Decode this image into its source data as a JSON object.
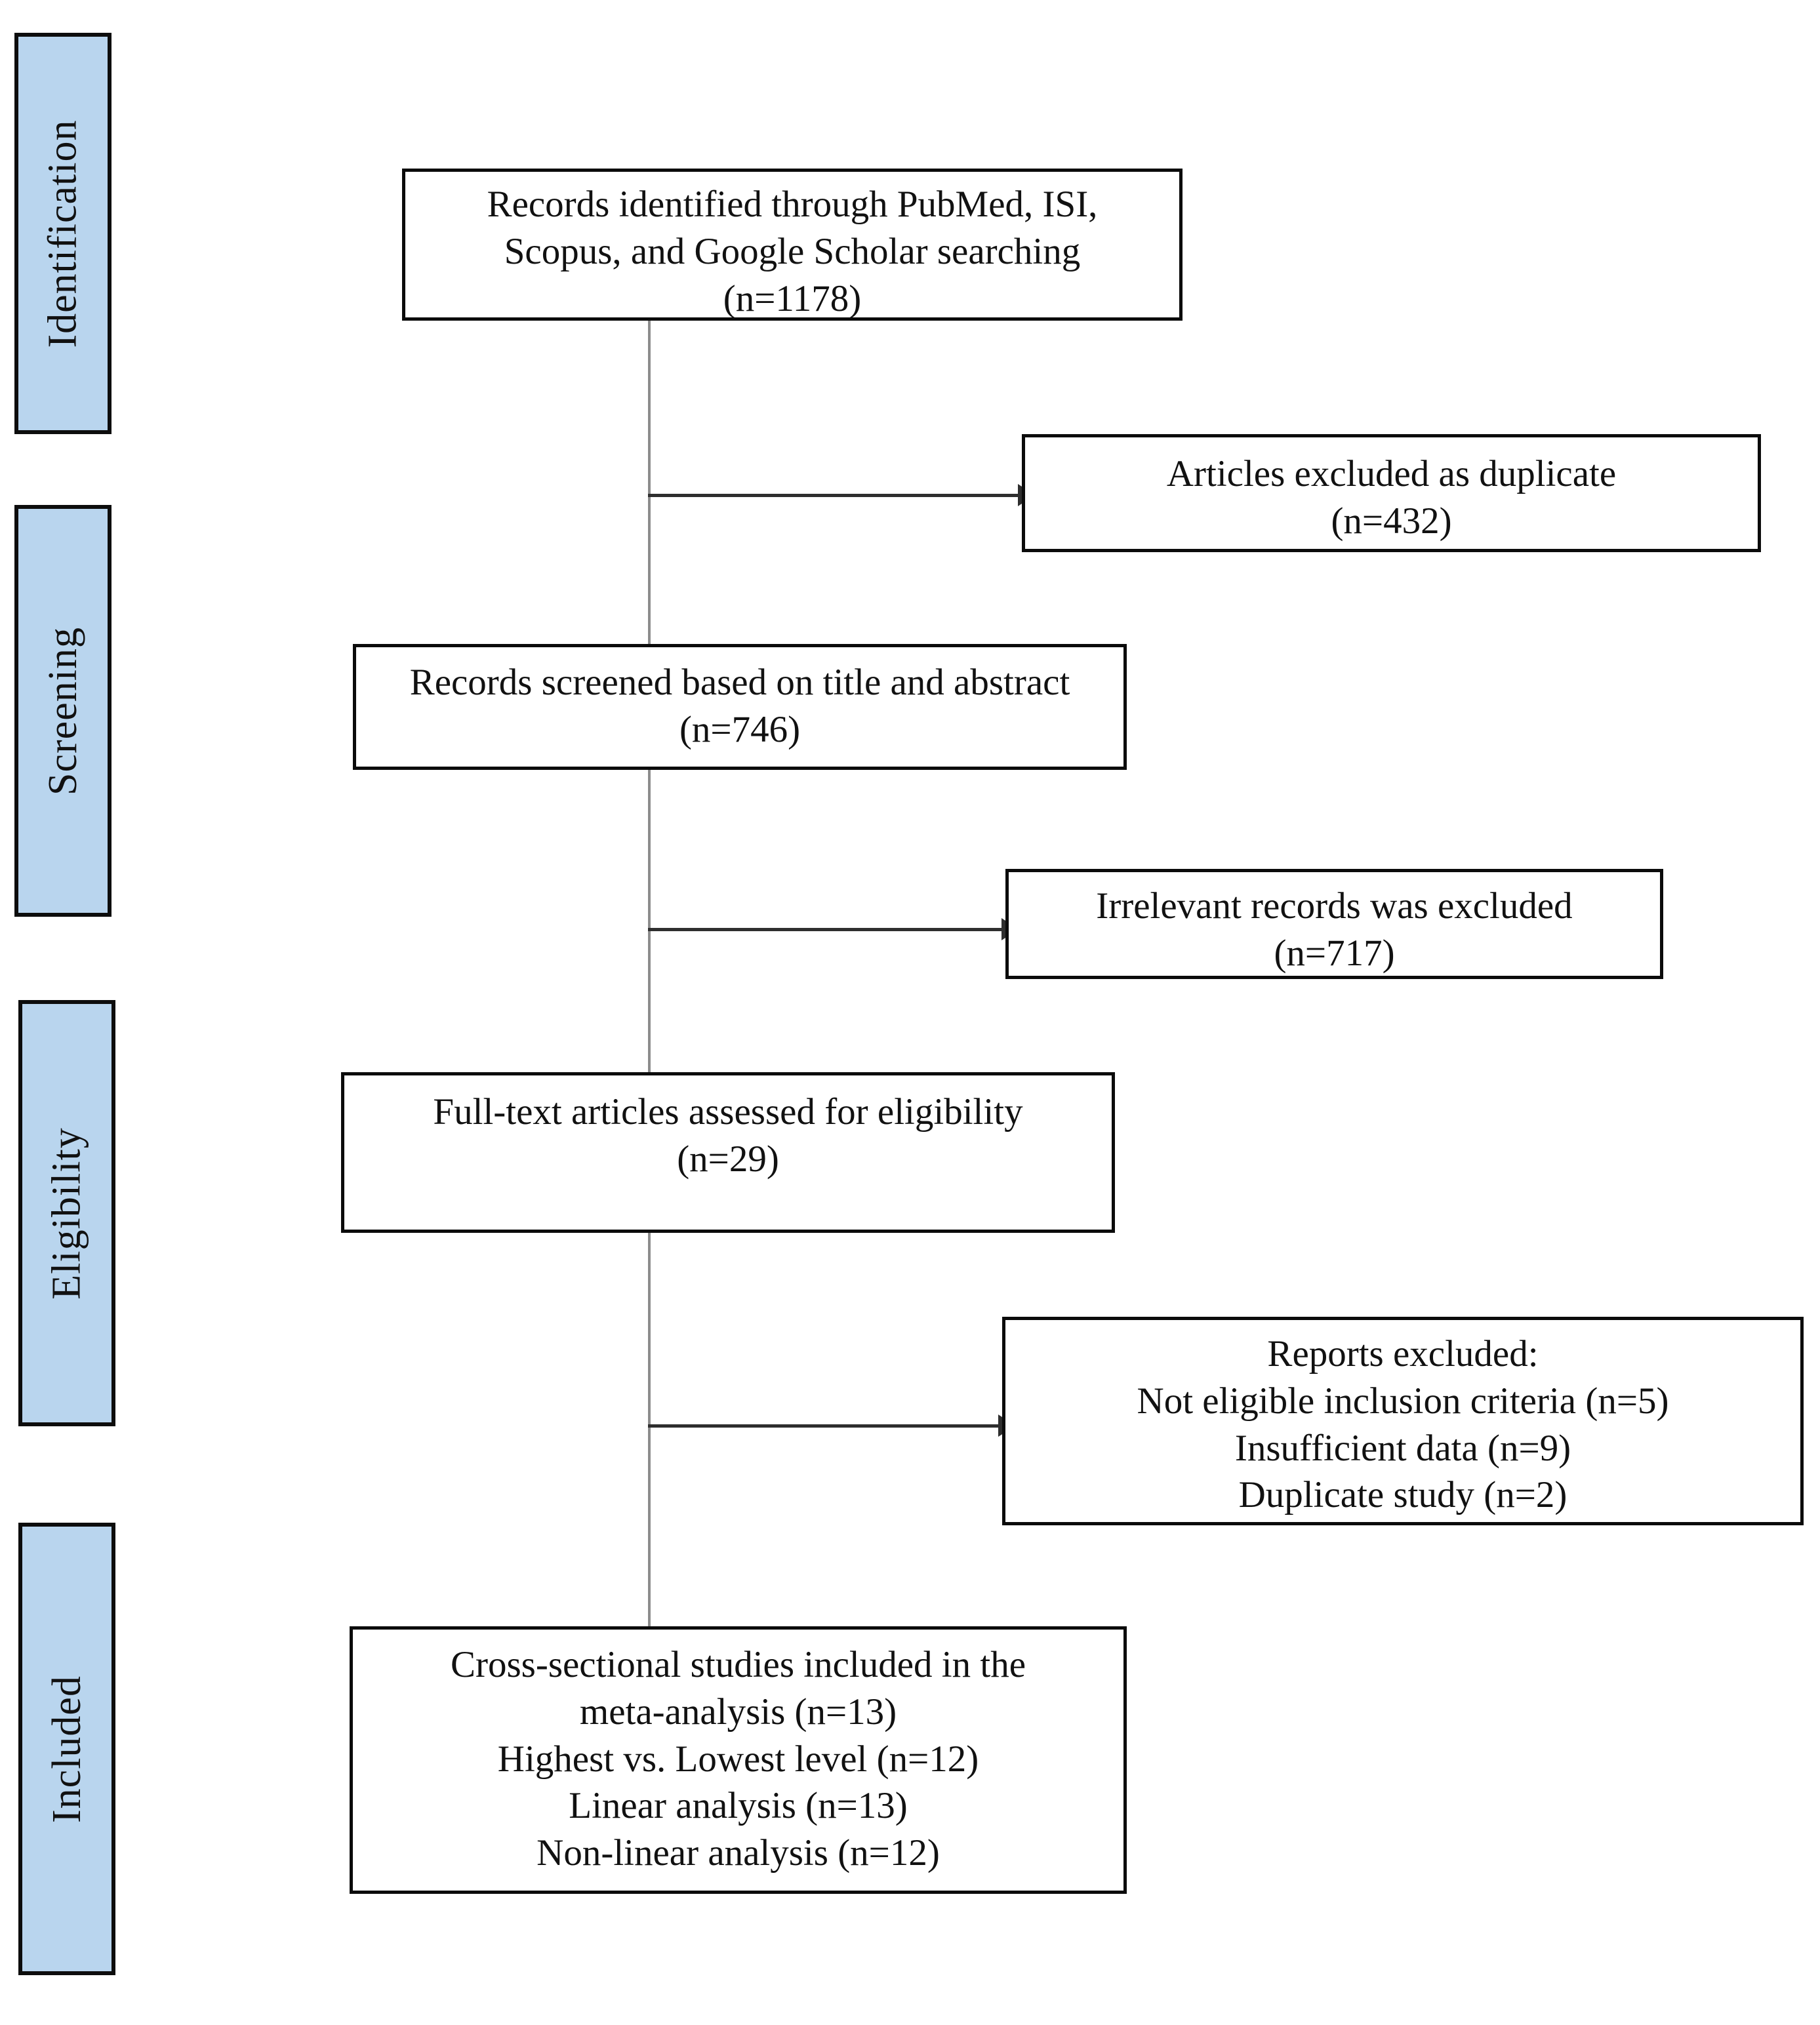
{
  "diagram": {
    "title": "PRISMA study selection flow diagram",
    "accent_color": "#b9d5ee",
    "border_color": "#0b0b0b",
    "connector_color": "#2e2e2e"
  },
  "stages": [
    {
      "label": "Identification"
    },
    {
      "label": "Screening"
    },
    {
      "label": "Eligibility"
    },
    {
      "label": "Included"
    }
  ],
  "boxes": {
    "identified": {
      "lines": [
        "Records identified through PubMed, ISI,",
        "Scopus, and Google Scholar searching",
        "(n=1178)"
      ]
    },
    "duplicates_excluded": {
      "lines": [
        "Articles excluded as duplicate",
        "(n=432)"
      ]
    },
    "screened": {
      "lines": [
        "Records screened based on title and abstract",
        "(n=746)"
      ]
    },
    "irrelevant_excluded": {
      "lines": [
        "Irrelevant records was excluded",
        "(n=717)"
      ]
    },
    "fulltext_assessed": {
      "lines": [
        "Full-text articles assessed for eligibility",
        "(n=29)"
      ]
    },
    "reports_excluded": {
      "lines": [
        "Reports excluded:",
        "Not eligible inclusion criteria (n=5)",
        "Insufficient data (n=9)",
        "Duplicate study (n=2)"
      ]
    },
    "included": {
      "lines": [
        "Cross-sectional studies included in the",
        "meta-analysis (n=13)",
        "Highest vs. Lowest level (n=12)",
        "Linear analysis (n=13)",
        "Non-linear analysis (n=12)"
      ]
    }
  }
}
